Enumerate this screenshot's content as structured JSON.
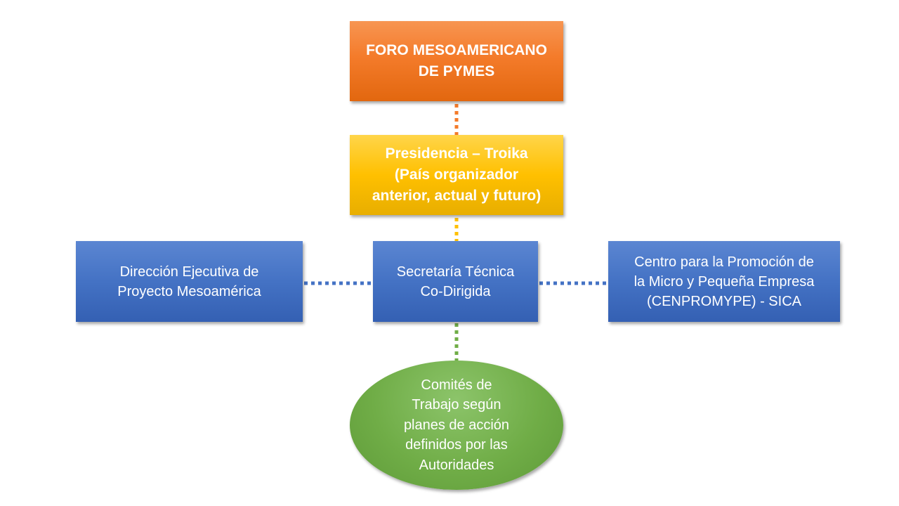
{
  "diagram": {
    "nodes": {
      "foro": {
        "text": "FORO MESOAMERICANO\nDE PYMES",
        "color": "#f47b2a"
      },
      "presidencia": {
        "text": "Presidencia – Troika\n(País organizador\nanterior, actual y futuro)",
        "color": "#ffc000"
      },
      "direccion": {
        "text": "Dirección Ejecutiva de\nProyecto Mesoamérica",
        "color": "#4472c4"
      },
      "secretaria": {
        "text": "Secretaría Técnica\nCo-Dirigida",
        "color": "#4472c4"
      },
      "cenpromype": {
        "text": "Centro para la Promoción de\nla Micro y Pequeña Empresa\n(CENPROMYPE) - SICA",
        "color": "#4472c4"
      },
      "comites": {
        "text": "Comités de\nTrabajo según\nplanes de acción\ndefinidos por las\nAutoridades",
        "color": "#70ad47"
      }
    },
    "connector_colors": {
      "foro_presidencia": "#f47b2a",
      "presidencia_secretaria": "#ffc000",
      "secretaria_lateral": "#4472c4",
      "secretaria_comites": "#70ad47"
    }
  }
}
